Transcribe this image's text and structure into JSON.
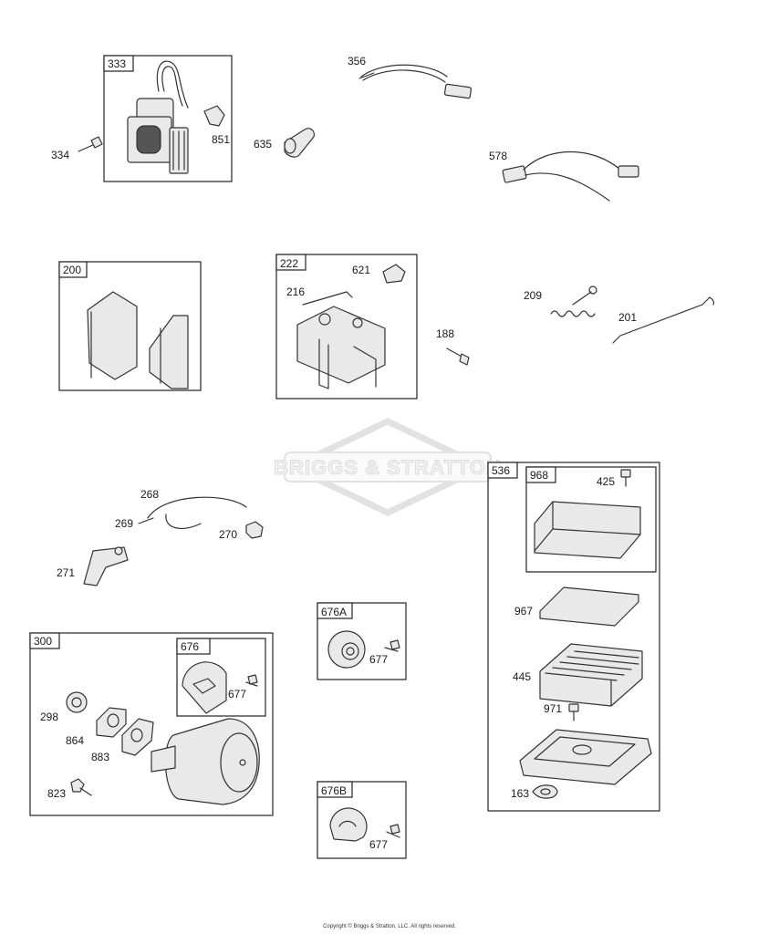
{
  "watermark": "BRIGGS & STRATTON",
  "copyright": "Copyright © Briggs & Stratton, LLC. All rights reserved.",
  "groups": {
    "g333": "333",
    "g200": "200",
    "g222": "222",
    "g536": "536",
    "g968": "968",
    "g300": "300",
    "g676": "676",
    "g676A": "676A",
    "g676B": "676B"
  },
  "parts": {
    "p334": "334",
    "p851": "851",
    "p635": "635",
    "p356": "356",
    "p578": "578",
    "p621": "621",
    "p216": "216",
    "p188": "188",
    "p209": "209",
    "p201": "201",
    "p268": "268",
    "p269": "269",
    "p270": "270",
    "p271": "271",
    "p425": "425",
    "p967": "967",
    "p445": "445",
    "p971": "971",
    "p163": "163",
    "p677a": "677",
    "p677b": "677",
    "p677c": "677",
    "p298": "298",
    "p864": "864",
    "p883": "883",
    "p823": "823"
  },
  "colors": {
    "line": "#333333",
    "watermark": "#e2e2e2"
  }
}
